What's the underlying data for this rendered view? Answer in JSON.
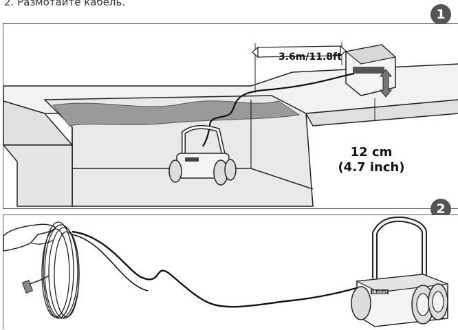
{
  "heading": "2. Размотайте кабель.",
  "steps": [
    {
      "number": "1"
    },
    {
      "number": "2"
    }
  ],
  "labels": {
    "cable_distance": "3.6m/11.8ft",
    "height_cm": "12 cm",
    "height_inch": "(4.7 inch)",
    "brand": "iRobot"
  },
  "colors": {
    "badge": "#555555",
    "water": "#9a9a9a",
    "pool_wall": "#e6e6e6",
    "deck": "#f2f2f2",
    "outline": "#222222"
  }
}
